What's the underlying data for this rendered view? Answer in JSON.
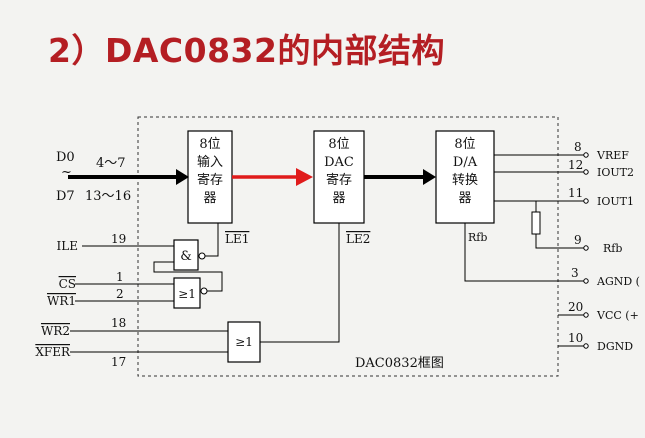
{
  "page": {
    "title": "2）DAC0832的内部结构"
  },
  "diagram": {
    "caption": "DAC0832框图",
    "inputs": {
      "data_top": "D0",
      "data_tilde": "~",
      "data_bottom": "D7",
      "pins_top": "4～7",
      "pins_bottom": "13～16",
      "ile": "ILE",
      "ile_pin": "19",
      "cs": "CS",
      "cs_pin": "1",
      "wr1": "WR1",
      "wr1_pin": "2",
      "wr2": "WR2",
      "wr2_pin": "18",
      "xfer": "XFER",
      "xfer_pin": "17"
    },
    "blocks": {
      "input_reg": [
        "8位",
        "输入",
        "寄存",
        "器"
      ],
      "dac_reg": [
        "8位",
        "DAC",
        "寄存",
        "器"
      ],
      "da_conv": [
        "8位",
        "D/A",
        "转换",
        "器"
      ],
      "le1": "LE1",
      "le2": "LE2",
      "rfb_inner": "Rfb"
    },
    "gates": {
      "and": "&",
      "ge1_a": "≥1",
      "ge1_b": "≥1"
    },
    "outputs": [
      {
        "pin": "8",
        "label": "VREF"
      },
      {
        "pin": "12",
        "label": "IOUT2"
      },
      {
        "pin": "11",
        "label": "IOUT1"
      },
      {
        "pin": "9",
        "label": "Rfb"
      },
      {
        "pin": "3",
        "label": "AGND ("
      },
      {
        "pin": "20",
        "label": "VCC (+"
      },
      {
        "pin": "10",
        "label": "DGND"
      }
    ]
  }
}
